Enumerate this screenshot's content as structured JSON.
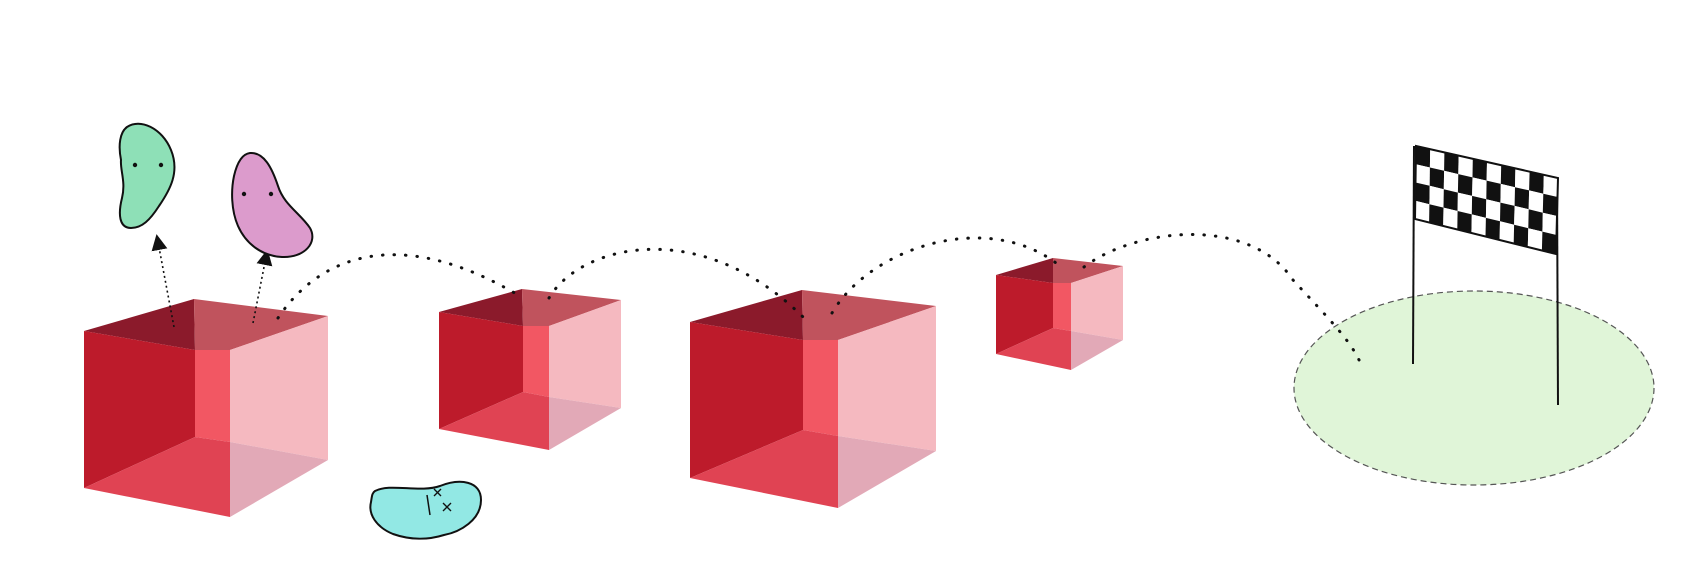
{
  "diagram": {
    "palette": {
      "background": "#ffffff",
      "cube_back_dark": "#8b1a2b",
      "cube_left": "#bd1b2b",
      "cube_top_right": "#c0535d",
      "cube_inner_edge": "#f25763",
      "cube_bottom": "#e04353",
      "cube_right": "#f5b9c0",
      "cube_bottom_right": "#e2a9b7",
      "goal_zone_fill": "#e0f5d8",
      "goal_zone_stroke": "#555555",
      "creature_green": "#8ee0b7",
      "creature_pink": "#dc9bcc",
      "creature_cyan": "#92e8e4",
      "flag_dark": "#111111",
      "flag_light": "#ffffff",
      "path_dots": "#111111"
    },
    "cube_count": 4,
    "bounce_arc_count": 4,
    "icons": [
      "green-blob-creature-icon",
      "pink-blob-creature-icon",
      "cyan-fallen-creature-icon",
      "checkered-finish-flag-icon"
    ],
    "goal_zone_outline": "dashed",
    "flag_grid": {
      "rows": 4,
      "columns": 10
    }
  }
}
